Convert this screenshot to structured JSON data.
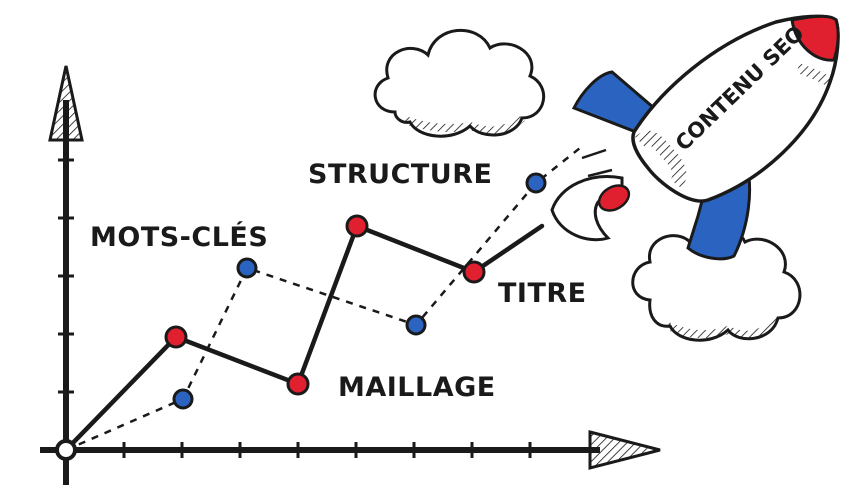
{
  "labels": {
    "mots_cles": "MOTS-CLÉS",
    "structure": "STRUCTURE",
    "titre": "TITRE",
    "maillage": "MAILLAGE",
    "rocket": "CONTENU SEO"
  },
  "colors": {
    "ink": "#1a1a1a",
    "red": "#e0202e",
    "blue": "#2a64c0",
    "white": "#ffffff"
  },
  "icons": [
    "cloud-icon",
    "rocket-icon",
    "axis-arrow-icon"
  ]
}
